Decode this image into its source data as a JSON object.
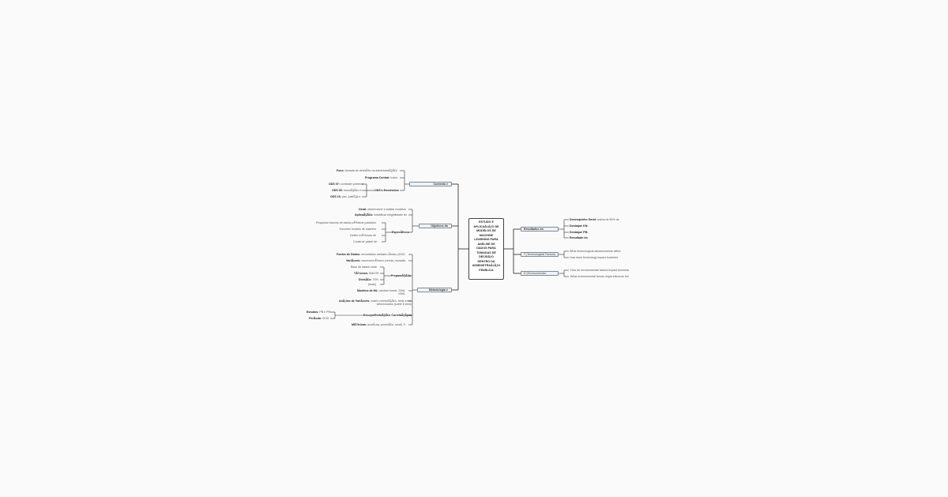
{
  "center": {
    "title": "ESTUDO E\nAPLICAÃ‡ÃƒO DE\nMODELOS DE\nMACHINE\nLEARNING PARA\nANÃLISE DE\nDADOS PARA\nTOMADAS DE\nDECISÃƒO\nDENTRO DA\nADMINISTRAÃ‡ÃƒO\nPÃšBLICA"
  },
  "left": {
    "contexto": {
      "label": "Contexto e",
      "foco": {
        "k": "Foco:",
        "v": "tomada de decisÃ£o na administraÃ§Ã£o"
      },
      "programa": {
        "k": "Programa Central:",
        "v": "Indus"
      },
      "ods": {
        "label": "ODS's Envolvidos",
        "items": [
          {
            "k": "ODS 07:",
            "v": "combater pobreza"
          },
          {
            "k": "ODS 09:",
            "v": "inovaÃ§Ã£o e"
          },
          {
            "k": "ODS 16:",
            "v": "paz, justiÃ§a e"
          }
        ]
      }
    },
    "objetivos": {
      "label": "Objetivos do",
      "geral": {
        "k": "Geral:",
        "v": "desenvolver e avaliar modelos"
      },
      "aplicacao": {
        "k": "AplicaÃ§Ã£o:",
        "v": "classificar elegibilidade do"
      },
      "especificos": {
        "label": "EspecÃ­ficos",
        "items": [
          "Pesquisar bancos de dados pÃºblicos (cadastro",
          "Escolher modelo de machine",
          "Definir mÃ©tricas de",
          "Construir painel de"
        ]
      }
    },
    "metodologia": {
      "label": "Metodologia e",
      "fontes": {
        "k": "Fontes de Dados:",
        "v": "microdados cadastro Ãšnico (2022,"
      },
      "variaveis": {
        "k": "VariÃ¡veis:",
        "v": "escrever/nÃºmero (renda, moradia,"
      },
      "preparacao": {
        "label": "PreparaÃ§Ã£o",
        "items": [
          {
            "k": "",
            "v": "Base de dados onde"
          },
          {
            "k": "TÃ©cnica:",
            "v": "SMOTE"
          },
          {
            "k": "DivisÃ£o:",
            "v": "70%"
          },
          {
            "k": "",
            "v": "(teste)"
          }
        ]
      },
      "modelos": {
        "k": "Modelos de ML:",
        "v": "random forest, SVM,",
        "v2": "KNN,"
      },
      "analise": {
        "k": "AnÃ¡lise de VariÃ¡veis:",
        "v": "matriz correlaÃ§Ã£o, teste entre",
        "v2": "selecionados (sobre 6 best)"
      },
      "escopo": {
        "label": "Escopo/ReduÃ§Ã£o CorrelaÃ§Ãµes",
        "items": [
          {
            "k": "Estudos:",
            "v": "PB e PR"
          },
          {
            "k": "PerÃ­odo:",
            "v": "2015"
          }
        ]
      },
      "metricas": {
        "k": "MÃ©tricas:",
        "v": "acurÃ¡cia, precisÃ£o, recall, F-"
      }
    }
  },
  "right": {
    "resultados": {
      "label": "Resultados do",
      "items": [
        {
          "k": "Desempenho Geral:",
          "v": "acima de 80% de"
        },
        {
          "k": "Destaque KN:",
          "v": ""
        },
        {
          "k": "Destaque PB:",
          "v": ""
        },
        {
          "k": "Resultado do",
          "v": ""
        }
      ]
    },
    "technological": {
      "label": "T (Technological Factors)",
      "items": [
        "What technological advancements affect",
        "How does technology impact business"
      ]
    },
    "environmental": {
      "label": "E (Environmental",
      "items": [
        "How do environmental factors impact business",
        "What environmental trends might influence the"
      ]
    }
  }
}
